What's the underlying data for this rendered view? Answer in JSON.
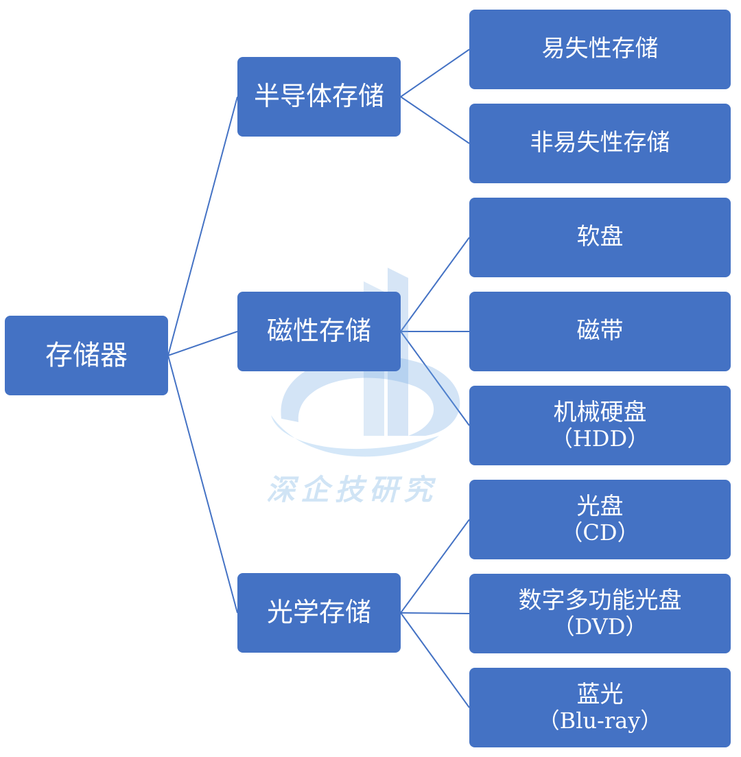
{
  "watermark": {
    "text": "深企技研究"
  },
  "tree": {
    "root": {
      "label": "存储器"
    },
    "groups": [
      {
        "label": "半导体存储",
        "children": [
          {
            "lines": [
              "易失性存储"
            ]
          },
          {
            "lines": [
              "非易失性存储"
            ]
          }
        ]
      },
      {
        "label": "磁性存储",
        "children": [
          {
            "lines": [
              "软盘"
            ]
          },
          {
            "lines": [
              "磁带"
            ]
          },
          {
            "lines": [
              "机械硬盘",
              "（HDD）"
            ]
          }
        ]
      },
      {
        "label": "光学存储",
        "children": [
          {
            "lines": [
              "光盘",
              "（CD）"
            ]
          },
          {
            "lines": [
              "数字多功能光盘",
              "（DVD）"
            ]
          },
          {
            "lines": [
              "蓝光",
              "（Blu-ray）"
            ]
          }
        ]
      }
    ]
  },
  "colors": {
    "box_fill": "#4472c4",
    "box_text": "#ffffff",
    "connector": "#4472c4"
  }
}
